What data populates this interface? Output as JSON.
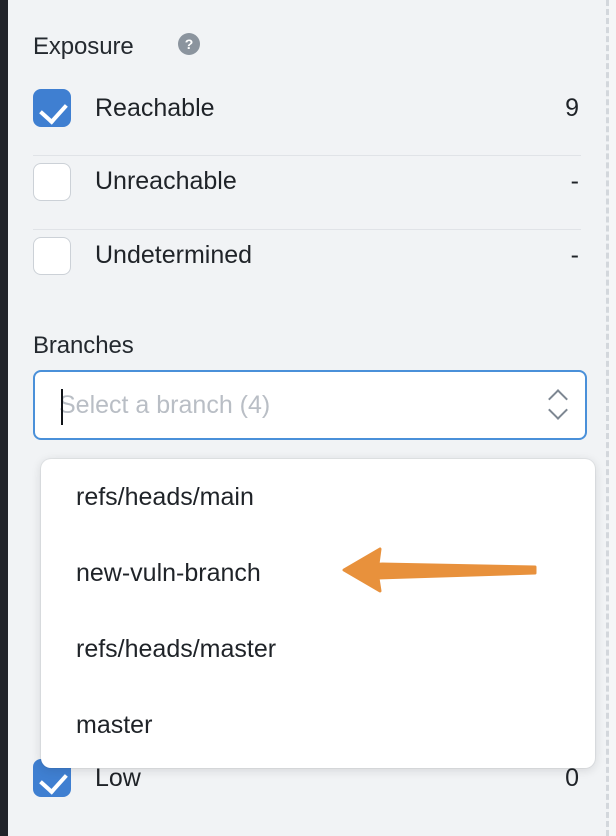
{
  "panel": {
    "exposure": {
      "title": "Exposure",
      "help_icon": "help-circle-icon",
      "help_glyph": "?",
      "rows": [
        {
          "label": "Reachable",
          "count": "9",
          "checked": true
        },
        {
          "label": "Unreachable",
          "count": "-",
          "checked": false
        },
        {
          "label": "Undetermined",
          "count": "-",
          "checked": false
        }
      ]
    },
    "branches": {
      "title": "Branches",
      "select": {
        "placeholder": "Select a branch (4)",
        "value": "",
        "stepper_icon": "chevron-up-down-icon",
        "caret_visible": true,
        "focused": true
      },
      "dropdown": {
        "open": true,
        "options": [
          "refs/heads/main",
          "new-vuln-branch",
          "refs/heads/master",
          "master"
        ]
      }
    },
    "severity_partial": {
      "rows": [
        {
          "label": "Low",
          "count": "0",
          "checked": true
        }
      ]
    }
  },
  "annotation": {
    "arrow_icon": "left-arrow-annotation",
    "color": "#e8913c",
    "points_to": "new-vuln-branch"
  },
  "colors": {
    "background": "#f1f3f5",
    "accent_blue": "#3f7fd1",
    "focus_blue": "#4a90d9",
    "text": "#1f2328",
    "placeholder": "#b9bec5",
    "divider": "#e0e3e7",
    "gutter_dark": "#21242a",
    "annotation_orange": "#e8913c"
  }
}
